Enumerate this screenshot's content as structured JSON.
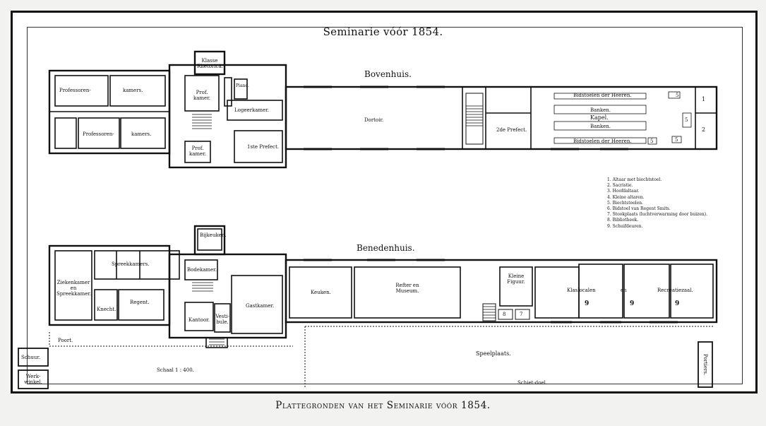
{
  "title": "Seminarie vóór 1854.",
  "caption": "Plattegronden van het Seminarie vóór 1854.",
  "upper": {
    "heading": "Bovenhuis.",
    "rooms": {
      "klasse_rhetorica": "Klasse Rhetorica.",
      "professoren_1": "Professoren-",
      "kamers_1": "kamers.",
      "professoren_2": "Professoren-",
      "kamers_2": "kamers.",
      "prof_kamer_1": "Prof. kamer.",
      "piano": "Piano.",
      "logeerkamer": "Logeerkamer.",
      "prof_kamer_2": "Prof. kamer.",
      "prefect_1": "1ste Prefect.",
      "dortoir": "Dortoir.",
      "prefect_2": "2de Prefect.",
      "bidstoelen_top": "Bidstoelen der Heeren.",
      "banken_1": "Banken.",
      "kapel": "Kapel.",
      "banken_2": "Banken.",
      "bidstoelen_bottom": "Bidstoelen der Heeren.",
      "num_1": "1",
      "num_2": "2",
      "num_5a": "5",
      "num_5b": "5",
      "num_5c": "5",
      "num_5d": "5"
    }
  },
  "lower": {
    "heading": "Benedenhuis.",
    "rooms": {
      "bijkeuken": "Bijkeuken.",
      "spreekkamers": "Spreekkamers.",
      "bodekamer": "Bodekamer.",
      "ziekenkamer": "Ziekenkamer en Spreekkamer.",
      "knecht": "Knecht.",
      "regent": "Regent.",
      "kantoor": "Kantoor.",
      "vestibule": "Vesti-bule.",
      "gastkamer": "Gastkamer.",
      "keuken": "Keuken.",
      "refter": "Refter en Museum.",
      "kleine_figuur": "Kleine Figuur.",
      "klaslocalen": "Klaslocalen",
      "en": "en",
      "recreatiezaal": "Recreatiezaal.",
      "num_8": "8",
      "num_7": "7",
      "num_9a": "9",
      "num_9b": "9",
      "num_9c": "9"
    },
    "poort": "Poort.",
    "schuur": "Schuur.",
    "werkwinkel": "Werk-winkel.",
    "schaal": "Schaal 1 : 400.",
    "speelplaats": "Speelplaats.",
    "schietdoel": "Schiet-doel.",
    "portiers": "Portiers."
  },
  "legend": [
    "1. Altaar met biechtstoel.",
    "2. Sacristie.",
    "3. Hoofdaltaar.",
    "4. Kleine altaren.",
    "5. Biechtstoelen.",
    "6. Bidstoel van Regent Smits.",
    "7. Stookplaats (luchtverwarming door buizen).",
    "8. Bibliotheek.",
    "9. Schuifdeuren."
  ]
}
